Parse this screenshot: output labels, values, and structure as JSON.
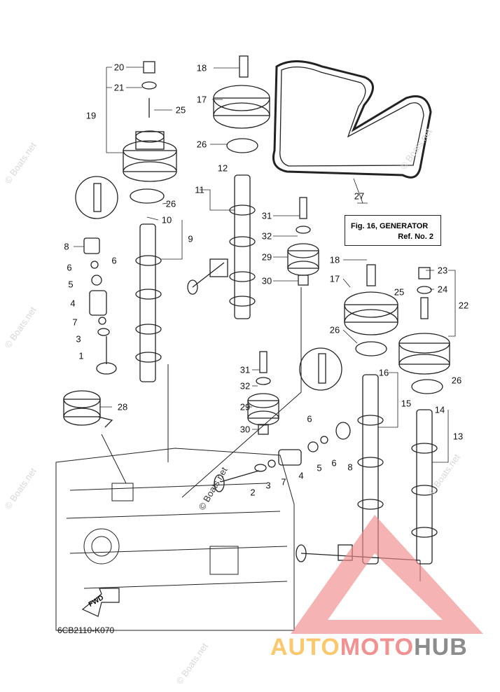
{
  "callouts": [
    "20",
    "21",
    "19",
    "25",
    "26",
    "10",
    "9",
    "8",
    "6",
    "6",
    "5",
    "4",
    "7",
    "3",
    "1",
    "18",
    "17",
    "26",
    "12",
    "11",
    "31",
    "32",
    "29",
    "30",
    "27",
    "18",
    "17",
    "26",
    "25",
    "23",
    "24",
    "22",
    "26",
    "16",
    "15",
    "14",
    "13",
    "31",
    "32",
    "29",
    "30",
    "28",
    "6",
    "6",
    "5",
    "8",
    "4",
    "7",
    "3",
    "2"
  ],
  "reference_box": {
    "line1": "Fig. 16, GENERATOR",
    "line2": "Ref. No. 2"
  },
  "forward_marker": "FWD",
  "diagram_code": "6CB2110-K070",
  "watermark": "© Boats.net",
  "logo": {
    "part1": "AUTO",
    "part2": "MOTO",
    "part3": "HUB",
    "colors": {
      "part1": "#fcc86e",
      "part2": "#f19191",
      "part3": "#8c8c8c",
      "triangle": "#f08b8b"
    }
  }
}
